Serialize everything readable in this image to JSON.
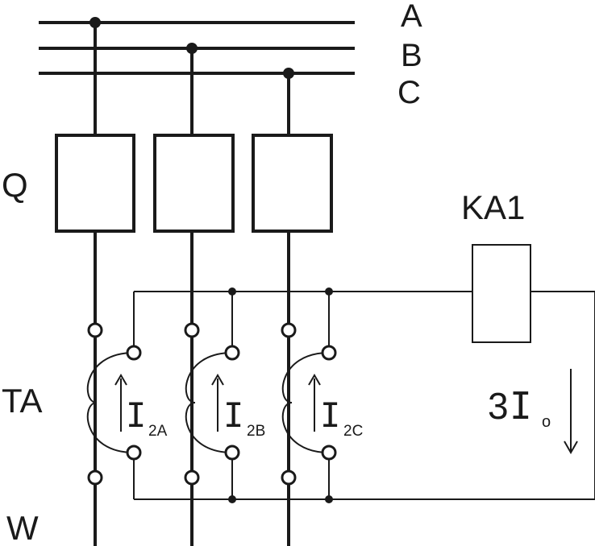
{
  "bus_labels": {
    "a": "A",
    "b": "B",
    "c": "C"
  },
  "breaker_label": "Q",
  "ct_label": "TA",
  "line_label": "W",
  "relay_label": "KA1",
  "residual_current": {
    "coefficient": "3",
    "symbol": "I",
    "subscript": "o"
  },
  "ct_secondary_currents": [
    {
      "symbol": "I",
      "subscript": "2A"
    },
    {
      "symbol": "I",
      "subscript": "2B"
    },
    {
      "symbol": "I",
      "subscript": "2C"
    }
  ]
}
